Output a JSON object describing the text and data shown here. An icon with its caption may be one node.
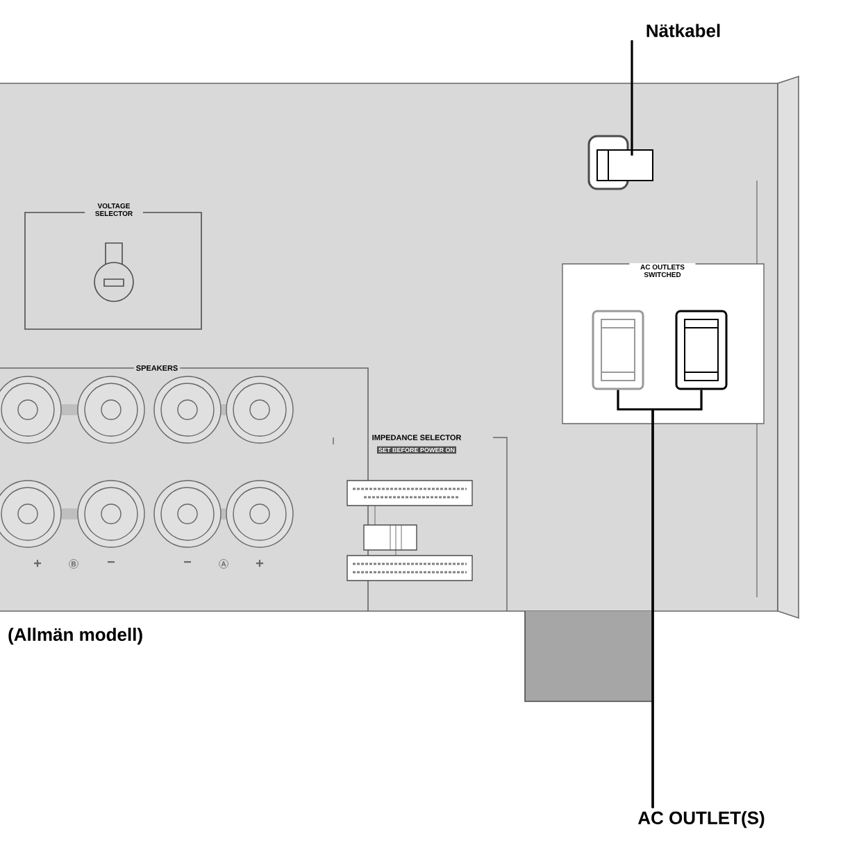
{
  "diagram": {
    "nodes": [
      {
        "text": [
          "Nätkabel"
        ]
      },
      {
        "text": [],
        "shape": "plug"
      },
      {
        "text": [
          "AC OUTLET(S)"
        ]
      },
      {
        "text": [
          "AC OUTLETS SWITCHED"
        ]
      },
      {
        "text": [],
        "shape": "box",
        "in": 3
      },
      {
        "text": [],
        "shape": "box",
        "in": 3
      }
    ],
    "edges": [
      {
        "from": 0,
        "to": 1,
        "arrow": "none"
      },
      {
        "from": 4,
        "to": 2,
        "arrow": "none"
      },
      {
        "from": 5,
        "to": 2,
        "arrow": "none"
      }
    ],
    "labels": [
      "VOLTAGE SELECTOR",
      "SPEAKERS",
      "+",
      "B",
      "−",
      "−",
      "A",
      "+",
      "IMPEDANCE SELECTOR",
      "SET BEFORE POWER ON",
      "(Allmän modell)"
    ]
  }
}
